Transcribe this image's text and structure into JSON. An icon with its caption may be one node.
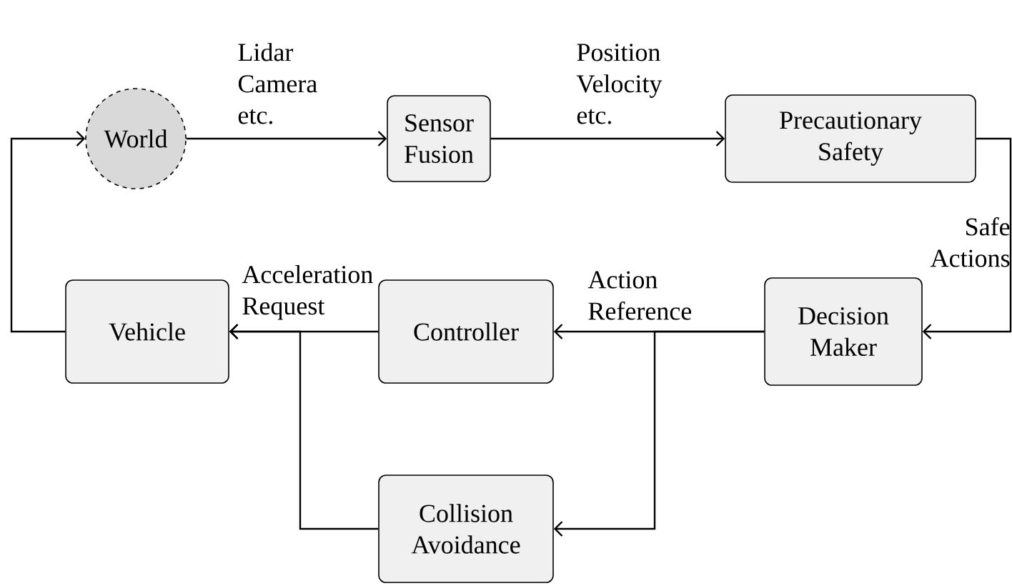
{
  "diagram": {
    "nodes": [
      {
        "text": [
          "World"
        ]
      },
      {
        "text": [
          "Sensor Fusion"
        ]
      },
      {
        "text": [
          "Precautionary Safety"
        ]
      },
      {
        "text": [
          "Decision Maker"
        ]
      },
      {
        "text": [
          "Controller"
        ]
      },
      {
        "text": [
          "Vehicle"
        ]
      },
      {
        "text": [
          "Collision Avoidance"
        ]
      }
    ],
    "edges": [
      {
        "from": 0,
        "to": 1,
        "arrow": "to",
        "label": "Lidar Camera etc."
      },
      {
        "from": 1,
        "to": 2,
        "arrow": "to",
        "label": "Position Velocity etc."
      },
      {
        "from": 2,
        "to": 3,
        "arrow": "to",
        "label": "Safe Actions"
      },
      {
        "from": 3,
        "to": 4,
        "arrow": "to",
        "label": "Action Reference"
      },
      {
        "from": 4,
        "to": 5,
        "arrow": "to",
        "label": "Acceleration Request"
      },
      {
        "from": 5,
        "to": 0,
        "arrow": "to"
      },
      {
        "from": 3,
        "to": 6,
        "arrow": "to"
      },
      {
        "from": 6,
        "to": 5,
        "arrow": "to"
      }
    ]
  }
}
